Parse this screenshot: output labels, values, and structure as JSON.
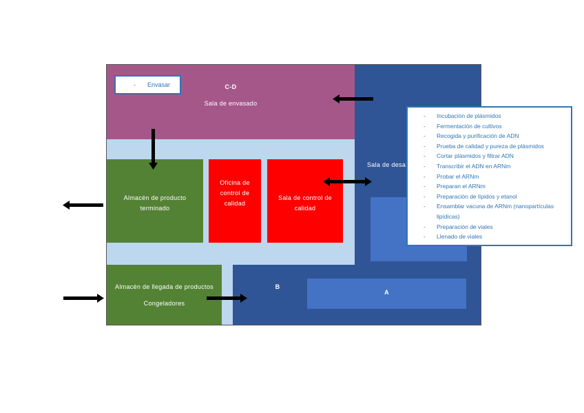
{
  "colors": {
    "envasado": "#a5578a",
    "desarrollo": "#2f5597",
    "inner_blue": "#4472c4",
    "green": "#548235",
    "red": "#ff0000",
    "corridor": "#bdd7ee",
    "list_text": "#2e75b6"
  },
  "rooms": {
    "envasado": {
      "code": "C-D",
      "name": "Sala de envasado",
      "task_label": "Envasar",
      "task_bullet": "-"
    },
    "desarrollo": {
      "name": "Sala de desa"
    },
    "almacen_terminado": {
      "name": "Almacén de producto terminado"
    },
    "oficina_calidad": {
      "name": "Oficina de control de calidad"
    },
    "sala_calidad": {
      "name": "Sala de control de calidad"
    },
    "almacen_llegada": {
      "name": "Almacén de llegada de productos",
      "sub": "Congeladores"
    },
    "room_b": {
      "label": "B"
    },
    "room_a": {
      "label": "A"
    }
  },
  "process_list": {
    "bullet": "-",
    "items": [
      "Incubación de plásmidos",
      "Fermentación de cultivos",
      "Recogida y purificación de ADN",
      "Prueba de calidad y pureza de plásmidos",
      "Cortar plásmidos y filtrar ADN",
      "Transcribir el ADN en ARNm",
      "Probar el ARNm",
      "Preparan el ARNm",
      "Preparación de lípidos y etanol",
      "Ensamblar vacuna de ARNm (nanopartículas lipídicas)",
      "Preparación de viales",
      "Llenado de viales"
    ]
  }
}
